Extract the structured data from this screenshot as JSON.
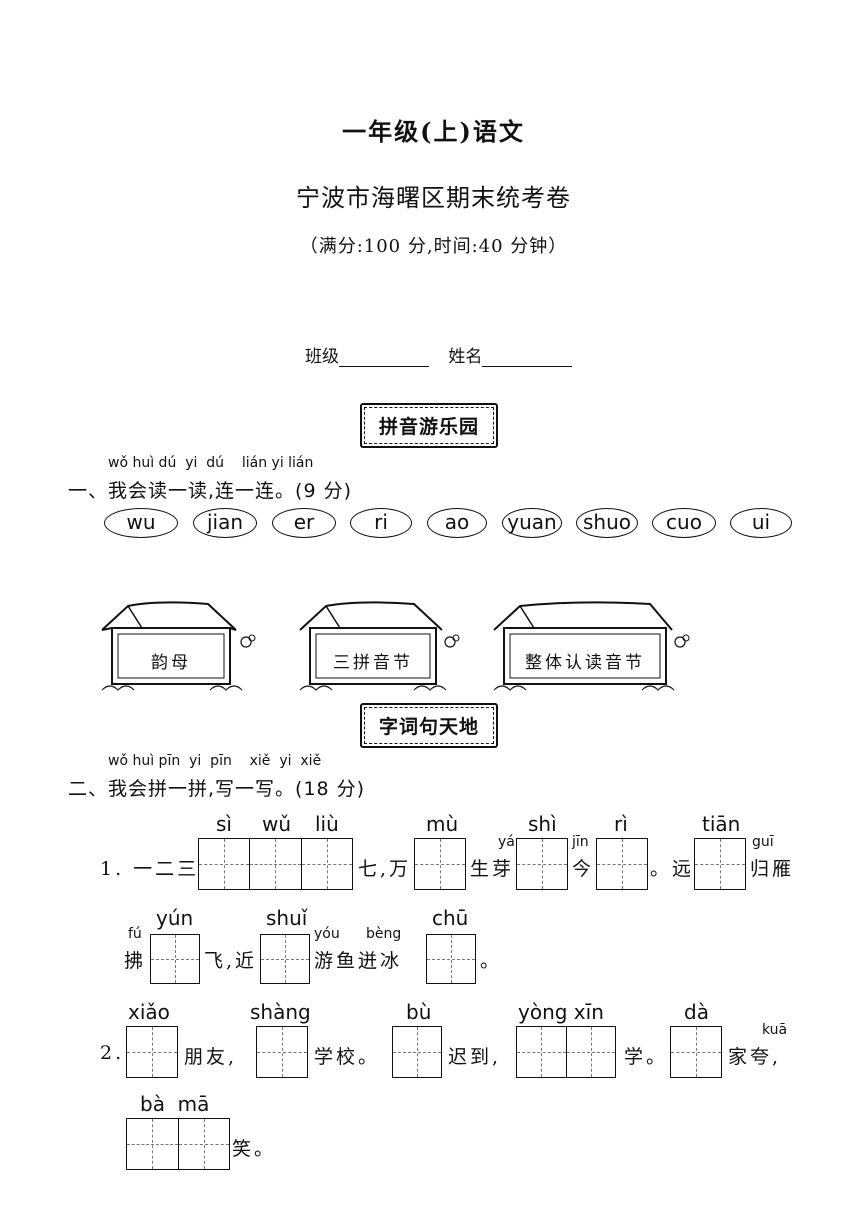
{
  "header": {
    "title": "一年级(上)语文",
    "subtitle": "宁波市海曙区期末统考卷",
    "note": "（满分:100 分,时间:40 分钟）",
    "class_label": "班级",
    "name_label": "姓名"
  },
  "section1": {
    "banner": "拼音游乐园"
  },
  "q1": {
    "pinyin": "wǒ huì dú  yi  dú    lián yi lián",
    "text": "一、我会读一读,连一连。(9 分)",
    "ovals": [
      "wu",
      "jian",
      "er",
      "ri",
      "ao",
      "yuan",
      "shuo",
      "cuo",
      "ui"
    ],
    "houses": [
      "韵母",
      "三拼音节",
      "整体认读音节"
    ]
  },
  "section2": {
    "banner": "字词句天地"
  },
  "q2": {
    "pinyin": "wǒ huì pīn  yi  pīn    xiě  yi  xiě",
    "text": "二、我会拼一拼,写一写。(18 分)",
    "line1": {
      "prefix": "1. 一二三",
      "py_siwuliu": [
        "sì",
        "wǔ",
        "liù"
      ],
      "t_qi_wan": "七,万",
      "py_mu": "mù",
      "py_ya": "yá",
      "t_shengya": "生芽",
      "py_shi": "shì",
      "py_jin": "jīn",
      "t_jin": "今",
      "py_ri": "rì",
      "t_yuan": "。远",
      "py_tian": "tiān",
      "py_gui": "guī",
      "t_guiyan": "归雁"
    },
    "line2": {
      "py_fu": "fú",
      "t_fu": "拂",
      "py_yun": "yún",
      "t_fei": "飞,近",
      "py_shui": "shuǐ",
      "py_you": "yóu",
      "py_beng": "bèng",
      "t_youyu": "游鱼迸冰",
      "py_chu": "chū",
      "t_end": "。"
    },
    "line3": {
      "prefix": "2.",
      "py_xiao": "xiǎo",
      "t_pengyou": "朋友,",
      "py_shang": "shàng",
      "t_xuexiao": "学校。",
      "py_bu": "bù",
      "t_chidao": "迟到,",
      "py_yongxin": "yòng xīn",
      "t_xue": "学。",
      "py_da": "dà",
      "py_kua": "kuā",
      "t_jiakua": "家夸,"
    },
    "line4": {
      "py_bama": "bà  mā",
      "t_xiao": "笑。"
    }
  }
}
